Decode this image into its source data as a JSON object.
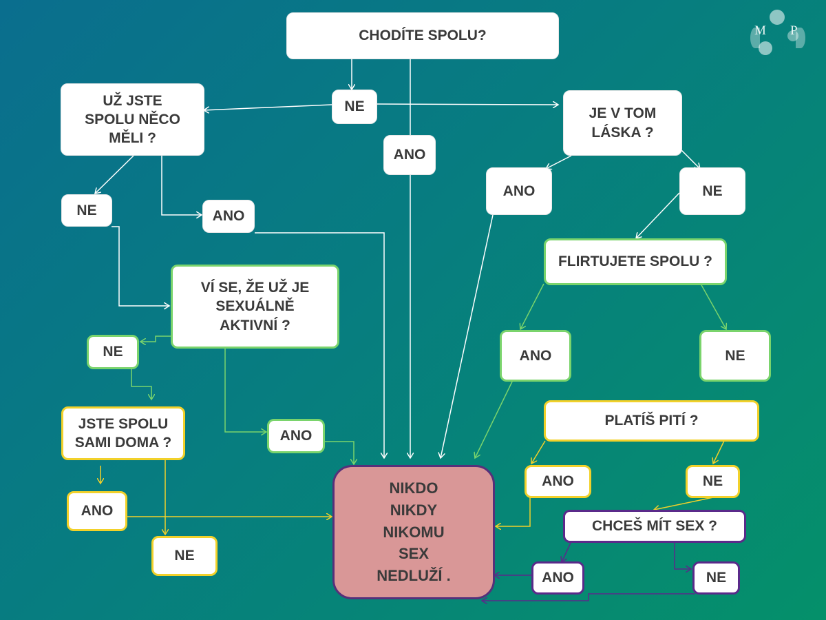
{
  "nodes": {
    "chodite_spolu": "CHODÍTE  SPOLU?",
    "ne_1": "NE",
    "ano_1": "ANO",
    "uz_jste_neco": "UŽ JSTE\nSPOLU NĚCO\nMĚLI  ?",
    "je_laska": "JE V TOM\nLÁSKA ?",
    "ne_2": "NE",
    "ano_2": "ANO",
    "ano_3": "ANO",
    "ne_3": "NE",
    "flirtujete": "FLIRTUJETE SPOLU ?",
    "vi_se": "VÍ SE, ŽE UŽ JE\nSEXUÁLNĚ\nAKTIVNÍ ?",
    "ne_4": "NE",
    "ano_4": "ANO",
    "ano_5": "ANO",
    "ne_5": "NE",
    "jste_sami": "JSTE SPOLU\nSAMI DOMA ?",
    "ano_6": "ANO",
    "ne_6": "NE",
    "platis_piti": "PLATÍŠ PITÍ ?",
    "ano_7": "ANO",
    "ne_7": "NE",
    "chces_sex": "CHCEŠ MÍT SEX ?",
    "ano_8": "ANO",
    "ne_8": "NE",
    "final": "NIKDO\nNIKDY\nNIKOMU\nSEX\nNEDLUŽÍ ."
  },
  "logo": {
    "letter_left": "M",
    "letter_right": "P"
  },
  "colors": {
    "white_line": "#ffffff",
    "green_line": "#7ad46c",
    "yellow_line": "#f2d12a",
    "purple_line": "#5a2a8a",
    "final_fill": "#d99797"
  }
}
